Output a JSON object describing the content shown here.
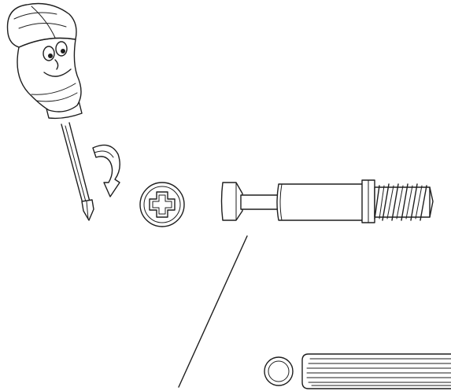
{
  "figure": {
    "kind": "assembly-instruction-illustration",
    "parts": [
      "screwdriver-character",
      "rotation-arrow",
      "phillips-screw-head",
      "cam-bolt-connector",
      "leader-line",
      "wooden-dowel"
    ]
  },
  "colors": {
    "line": "#1e1e1e",
    "background": "#ffffff"
  }
}
